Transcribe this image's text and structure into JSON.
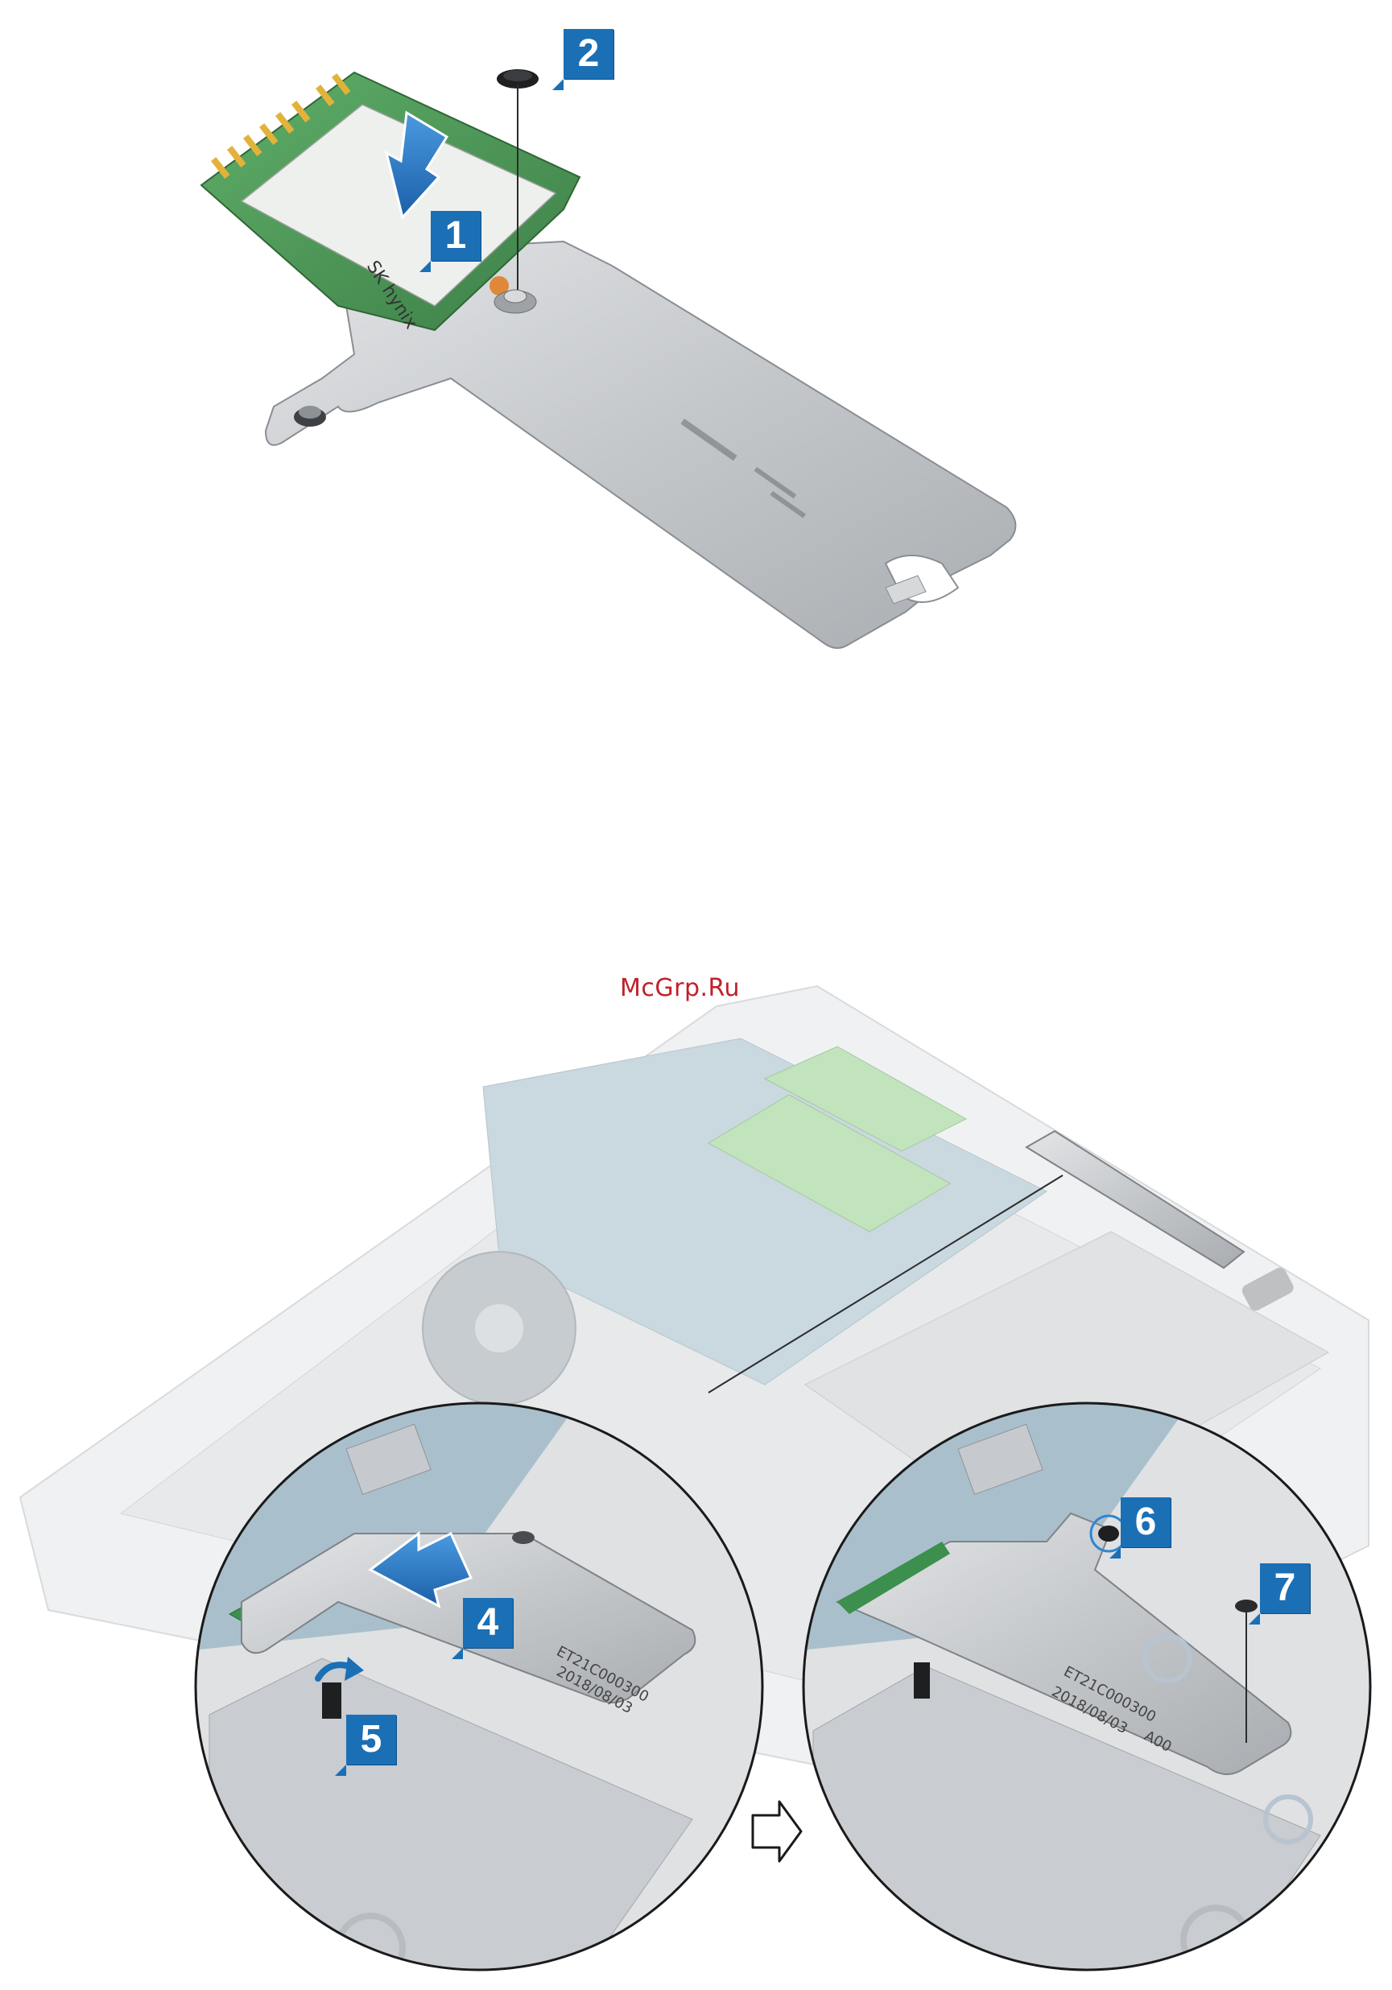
{
  "watermark": "McGrp.Ru",
  "callouts": [
    "1",
    "2",
    "4",
    "5",
    "6",
    "7"
  ],
  "ssd_label": {
    "brand": "SK hynix",
    "code": "ET21C000300",
    "date": "2018/08/03",
    "rev": "A00"
  },
  "icons": {
    "arrow_push": "push-arrow-icon",
    "arrow_slide": "slide-arrow-icon",
    "arrow_next": "next-step-arrow-icon",
    "screw": "screw-icon"
  },
  "colors": {
    "callout": "#1b6fb5",
    "callout_text": "#ffffff",
    "pcb": "#4e9a5a",
    "metal": "#c9cbcd",
    "watermark": "#c0202a"
  }
}
